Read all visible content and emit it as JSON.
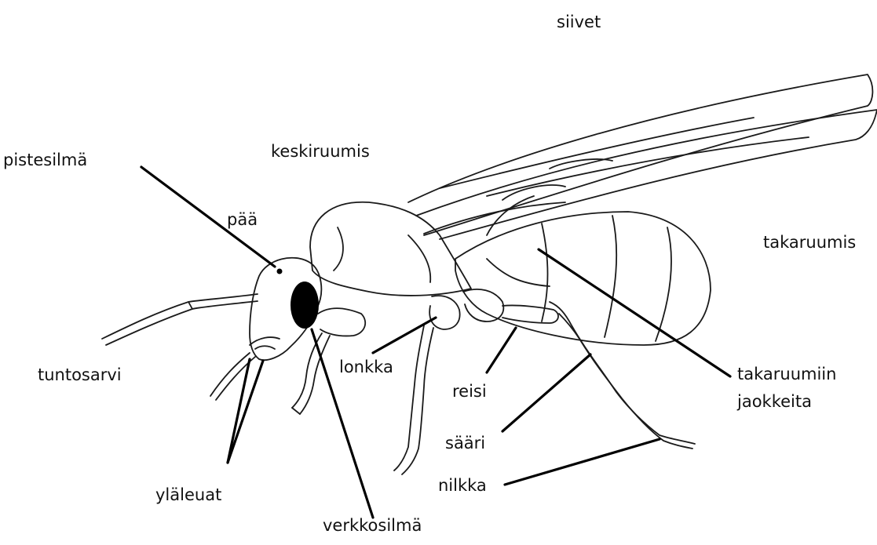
{
  "labels": {
    "siivet": "siivet",
    "keskiruumis": "keskiruumis",
    "pistesilma": "pistesilmä",
    "paa": "pää",
    "takaruumis": "takaruumis",
    "tuntosarvi": "tuntosarvi",
    "lonkka": "lonkka",
    "reisi": "reisi",
    "takaruumiin_jaokkeita_1": "takaruumiin",
    "takaruumiin_jaokkeita_2": "jaokkeita",
    "saari": "sääri",
    "nilkka": "nilkka",
    "ylaleuat": "yläleuat",
    "verkkosilma": "verkkosilmä"
  },
  "colors": {
    "ink": "#1a1a1a",
    "pointer": "#000000",
    "background": "#ffffff"
  }
}
